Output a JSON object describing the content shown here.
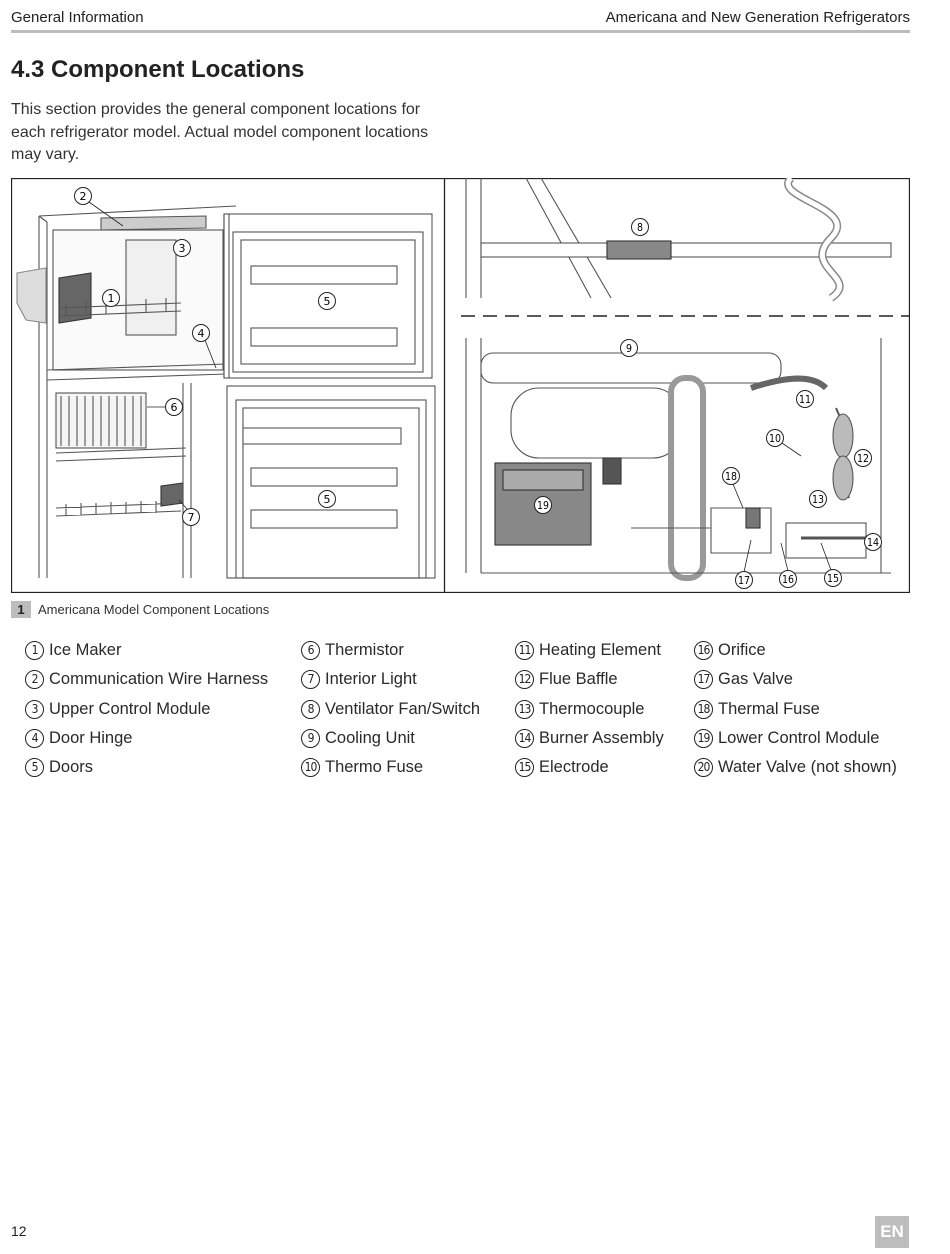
{
  "header": {
    "section": "General Information",
    "manual": "Americana and New Generation Refrigerators"
  },
  "title": "4.3 Component Locations",
  "intro": "This section provides the general component locations for each refrigerator model. Actual model component locations may vary.",
  "figure": {
    "callouts_left": [
      "2",
      "3",
      "1",
      "4",
      "5",
      "6",
      "5",
      "7"
    ],
    "callouts_right": [
      "8",
      "9",
      "11",
      "10",
      "12",
      "18",
      "13",
      "19",
      "14",
      "17",
      "16",
      "15"
    ]
  },
  "caption": {
    "number": "1",
    "text": "Americana Model Component Locations"
  },
  "legend": {
    "col1": [
      {
        "num": "1",
        "label": "Ice Maker"
      },
      {
        "num": "2",
        "label": "Communication Wire Harness"
      },
      {
        "num": "3",
        "label": "Upper Control Module"
      },
      {
        "num": "4",
        "label": "Door Hinge"
      },
      {
        "num": "5",
        "label": "Doors"
      }
    ],
    "col2": [
      {
        "num": "6",
        "label": "Thermistor"
      },
      {
        "num": "7",
        "label": "Interior Light"
      },
      {
        "num": "8",
        "label": "Ventilator Fan/Switch"
      },
      {
        "num": "9",
        "label": "Cooling Unit"
      },
      {
        "num": "10",
        "label": "Thermo Fuse"
      }
    ],
    "col3": [
      {
        "num": "11",
        "label": "Heating Element"
      },
      {
        "num": "12",
        "label": "Flue Baffle"
      },
      {
        "num": "13",
        "label": "Thermocouple"
      },
      {
        "num": "14",
        "label": "Burner Assembly"
      },
      {
        "num": "15",
        "label": "Electrode"
      }
    ],
    "col4": [
      {
        "num": "16",
        "label": "Orifice"
      },
      {
        "num": "17",
        "label": "Gas Valve"
      },
      {
        "num": "18",
        "label": "Thermal Fuse"
      },
      {
        "num": "19",
        "label": "Lower Control Module"
      },
      {
        "num": "20",
        "label": "Water Valve (not shown)"
      }
    ]
  },
  "footer": {
    "page": "12",
    "language": "EN"
  }
}
